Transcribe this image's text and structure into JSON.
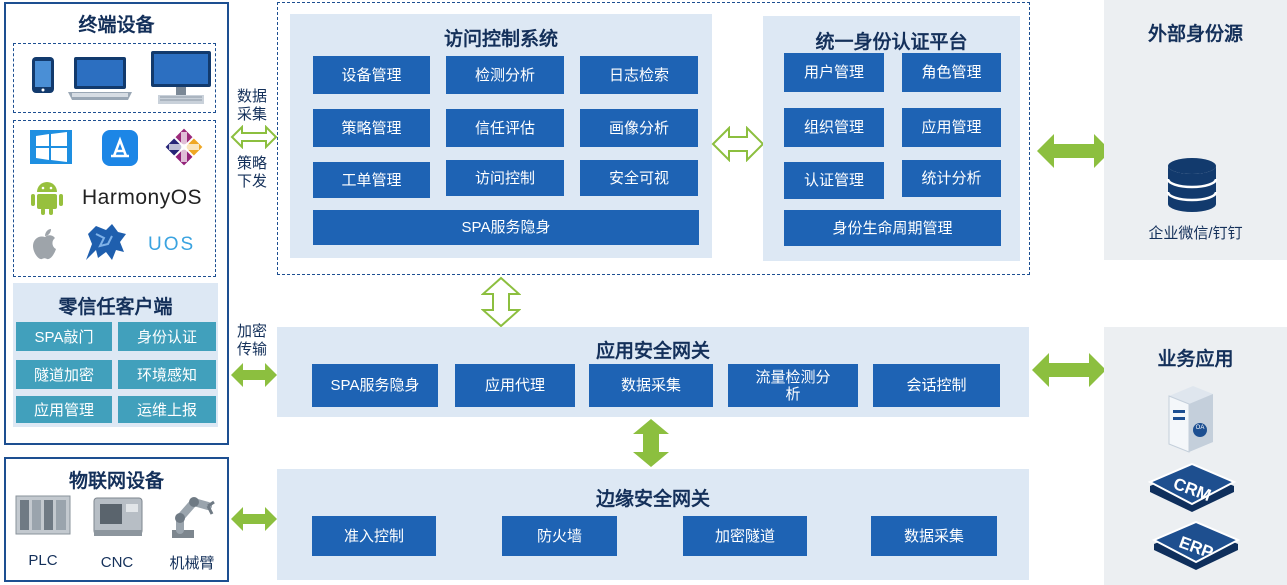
{
  "terminal": {
    "title": "终端设备",
    "os_text": "HarmonyOS",
    "uos_text": "UOS"
  },
  "zt_client": {
    "title": "零信任客户端",
    "items": [
      "SPA敲门",
      "身份认证",
      "隧道加密",
      "环境感知",
      "应用管理",
      "运维上报"
    ]
  },
  "iot": {
    "title": "物联网设备",
    "devices": [
      "PLC",
      "CNC",
      "机械臂"
    ]
  },
  "side_labels": {
    "collect": "数据采集",
    "policy": "策略下发",
    "encrypt": "加密传输"
  },
  "acs": {
    "title": "访问控制系统",
    "items": [
      "设备管理",
      "检测分析",
      "日志检索",
      "策略管理",
      "信任评估",
      "画像分析",
      "工单管理",
      "访问控制",
      "安全可视"
    ],
    "wide": "SPA服务隐身"
  },
  "uia": {
    "title": "统一身份认证平台",
    "items": [
      "用户管理",
      "角色管理",
      "组织管理",
      "应用管理",
      "认证管理",
      "统计分析"
    ],
    "wide": "身份生命周期管理"
  },
  "app_gw": {
    "title": "应用安全网关",
    "items": [
      "SPA服务隐身",
      "应用代理",
      "数据采集",
      "流量检测分析",
      "会话控制"
    ]
  },
  "edge_gw": {
    "title": "边缘安全网关",
    "items": [
      "准入控制",
      "防火墙",
      "加密隧道",
      "数据采集"
    ]
  },
  "ext_id": {
    "title": "外部身份源",
    "caption": "企业微信/钉钉"
  },
  "biz": {
    "title": "业务应用",
    "oa": "OA",
    "crm": "CRM",
    "erp": "ERP"
  },
  "colors": {
    "button_blue": "#1e63b4",
    "teal": "#41a0bc",
    "arrow_green": "#8cbf3f",
    "panel_bg": "#dde8f4",
    "border_navy": "#1d4f91"
  }
}
